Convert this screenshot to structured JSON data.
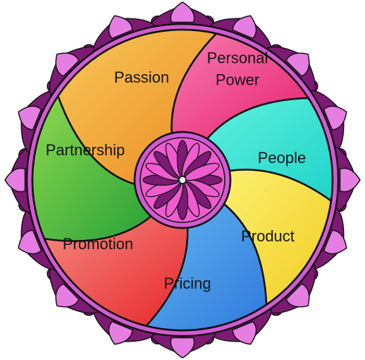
{
  "segments": [
    {
      "label_lines": [
        "Passion"
      ],
      "color_light": "#f77bb0",
      "color_dark": "#e8206f"
    },
    {
      "label_lines": [
        "Personal",
        "Power"
      ],
      "color_light": "#5ff0df",
      "color_dark": "#1fd4c8"
    },
    {
      "label_lines": [
        "People"
      ],
      "color_light": "#fbf070",
      "color_dark": "#f2cc20"
    },
    {
      "label_lines": [
        "Product"
      ],
      "color_light": "#62b6f0",
      "color_dark": "#2f79dc"
    },
    {
      "label_lines": [
        "Pricing"
      ],
      "color_light": "#f58a80",
      "color_dark": "#e7262c"
    },
    {
      "label_lines": [
        "Promotion"
      ],
      "color_light": "#8ed84e",
      "color_dark": "#27a238"
    },
    {
      "label_lines": [
        "Partnership"
      ],
      "color_light": "#f8c85a",
      "color_dark": "#ec8a20"
    }
  ],
  "colors": {
    "outline": "#111111",
    "ring": "#d25ad2",
    "ornament_dark": "#7d1a73",
    "ornament_light": "#e67de3",
    "hub_petal_dark": "#7d1a73",
    "hub_petal_light": "#f05ccf"
  },
  "icons": [
    "mandala-ornament-border",
    "rosette-hub"
  ]
}
